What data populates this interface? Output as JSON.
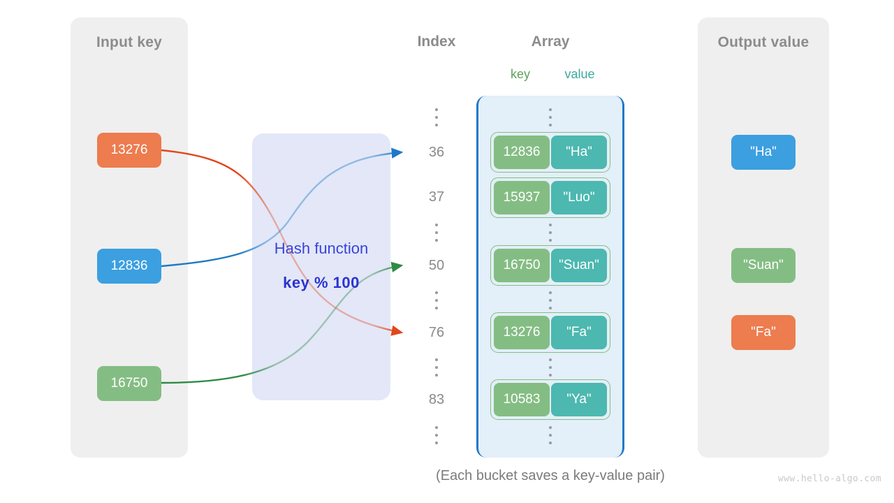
{
  "panels": {
    "input": {
      "title": "Input key"
    },
    "output": {
      "title": "Output value"
    }
  },
  "input_keys": [
    {
      "value": "13276",
      "color": "#ED7C4F",
      "name": "orange"
    },
    {
      "value": "12836",
      "color": "#3C9FE0",
      "name": "blue"
    },
    {
      "value": "16750",
      "color": "#84BD83",
      "name": "green"
    }
  ],
  "output_values": [
    {
      "value": "\"Ha\"",
      "color": "#3C9FE0",
      "name": "blue"
    },
    {
      "value": "\"Suan\"",
      "color": "#84BD83",
      "name": "green"
    },
    {
      "value": "\"Fa\"",
      "color": "#ED7C4F",
      "name": "orange"
    }
  ],
  "hash": {
    "label": "Hash function",
    "formula": "key % 100",
    "label_color": "#3a44d8"
  },
  "columns": {
    "index_title": "Index",
    "array_title": "Array",
    "key_label": "key",
    "value_label": "value",
    "key_color": "#5aa35a",
    "value_color": "#3da9a0"
  },
  "indices": [
    "36",
    "37",
    "50",
    "76",
    "83"
  ],
  "buckets": [
    {
      "index": "36",
      "key": "12836",
      "value": "\"Ha\""
    },
    {
      "index": "37",
      "key": "15937",
      "value": "\"Luo\""
    },
    {
      "index": "50",
      "key": "16750",
      "value": "\"Suan\""
    },
    {
      "index": "76",
      "key": "13276",
      "value": "\"Fa\""
    },
    {
      "index": "83",
      "key": "10583",
      "value": "\"Ya\""
    }
  ],
  "caption": "(Each bucket saves a key-value pair)",
  "watermark": "www.hello-algo.com",
  "colors": {
    "panel_bg": "#efefef",
    "array_bg": "#e3eff9",
    "array_border": "#2079c8",
    "hash_bg": "#e3e7f8",
    "bucket_key": "#84bd83",
    "bucket_value": "#4cb8b0",
    "title_grey": "#8c8c8c",
    "index_grey": "#8a8a8a"
  }
}
